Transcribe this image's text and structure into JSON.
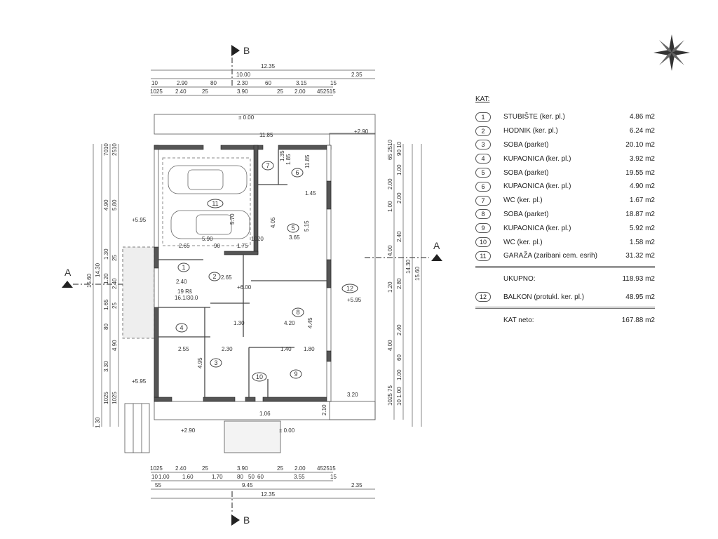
{
  "legend": {
    "title": "KAT:",
    "rooms": [
      {
        "no": "1",
        "name": "STUBIŠTE (ker. pl.)",
        "area": "4.86 m2"
      },
      {
        "no": "2",
        "name": "HODNIK (ker. pl.)",
        "area": "6.24 m2"
      },
      {
        "no": "3",
        "name": "SOBA (parket)",
        "area": "20.10 m2"
      },
      {
        "no": "4",
        "name": "KUPAONICA (ker. pl.)",
        "area": "3.92 m2"
      },
      {
        "no": "5",
        "name": "SOBA (parket)",
        "area": "19.55 m2"
      },
      {
        "no": "6",
        "name": "KUPAONICA (ker. pl.)",
        "area": "4.90 m2"
      },
      {
        "no": "7",
        "name": "WC (ker. pl.)",
        "area": "1.67 m2"
      },
      {
        "no": "8",
        "name": "SOBA (parket)",
        "area": "18.87 m2"
      },
      {
        "no": "9",
        "name": "KUPAONICA (ker. pl.)",
        "area": "5.92 m2"
      },
      {
        "no": "10",
        "name": "WC (ker. pl.)",
        "area": "1.58 m2"
      },
      {
        "no": "11",
        "name": "GARAŽA (zaribani cem. esrih)",
        "area": "31.32 m2"
      }
    ],
    "total": {
      "name": "UKUPNO:",
      "area": "118.93 m2"
    },
    "balcony": {
      "no": "12",
      "name": "BALKON (protukl. ker. pl.)",
      "area": "48.95 m2"
    },
    "net": {
      "name": "KAT neto:",
      "area": "167.88 m2"
    }
  },
  "section_marks": {
    "b": "B",
    "a": "A"
  },
  "levels": {
    "l595": "+5.95",
    "l600": "+6.00",
    "l000": "± 0.00",
    "l290": "+2.90"
  },
  "stair": {
    "steps": "19 Rš",
    "ratio": "16.1/30.0"
  },
  "dims_top": {
    "r1": [
      "12.35"
    ],
    "r2": [
      "10.00",
      "2.35"
    ],
    "r3": [
      "10",
      "2.90",
      "80",
      "2.30",
      "60",
      "3.15",
      "15"
    ],
    "r4": [
      "1025",
      "2.40",
      "25",
      "3.90",
      "25",
      "2.00",
      "452515"
    ]
  },
  "dims_bottom": {
    "r1": [
      "1025",
      "2.40",
      "25",
      "3.90",
      "25",
      "2.00",
      "452515"
    ],
    "r2": [
      "10",
      "1.00",
      "1.60",
      "1.70",
      "80",
      "50",
      "60",
      "3.55",
      "15"
    ],
    "r3": [
      "55",
      "9.45",
      "2.35"
    ],
    "r4": [
      "12.35"
    ]
  },
  "dims_left": {
    "outer": "15.60",
    "second": "14.30",
    "c3": [
      "7010",
      "4.90",
      "1.30",
      "1.20",
      "1.65",
      "80",
      "3.30",
      "1025",
      "1.30"
    ],
    "c4": [
      "2510",
      "5.80",
      "25",
      "2.40",
      "25",
      "4.90",
      "1025"
    ]
  },
  "dims_right": {
    "outer": "15.60",
    "second": "14.30",
    "c1": [
      "65 2510",
      "2.00",
      "1.00",
      "4.00",
      "1.20",
      "4.00",
      "1025 75"
    ],
    "c2": [
      "90 10",
      "1.00",
      "2.00",
      "2.40",
      "2.80",
      "2.40",
      "60",
      "1.00",
      "10 1.00"
    ]
  },
  "inner_dims": [
    "11.85",
    "5.70",
    "5.90",
    "2.65",
    "90",
    "1.75",
    "1020",
    "1.45",
    "5.15",
    "3.65",
    "4.05",
    "2.40",
    "2.65",
    "1.30",
    "4.20",
    "4.45",
    "2.55",
    "4.95",
    "2.30",
    "1.40",
    "1.80",
    "3.20",
    "2.10",
    "1.06",
    "11.85",
    "1.85",
    "1.35"
  ]
}
